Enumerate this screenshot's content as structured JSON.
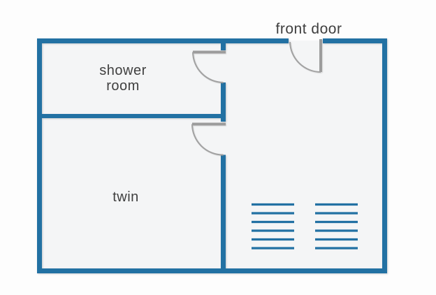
{
  "labels": {
    "front_door": "front door",
    "shower_room_line1": "shower",
    "shower_room_line2": "room",
    "twin": "twin"
  },
  "rooms": [
    {
      "name": "shower room"
    },
    {
      "name": "twin"
    },
    {
      "name": "main room with front door"
    }
  ],
  "doors": [
    {
      "name": "front door",
      "location": "top wall",
      "swing": "inward, hinged right"
    },
    {
      "name": "shower room door",
      "location": "interior wall",
      "swing": "into shower room"
    },
    {
      "name": "twin room door",
      "location": "interior wall",
      "swing": "into twin room"
    }
  ],
  "bunk_lines": {
    "groups": 2,
    "lines_per_group": 6
  },
  "colors": {
    "wall": "#2271a3",
    "door": "#9c9c9c",
    "door_arc": "#a1a1a1",
    "text": "#3f3f3f",
    "room_fill": "#f4f5f6",
    "bunk": "#2271a3",
    "background": "#fdfdfd"
  }
}
